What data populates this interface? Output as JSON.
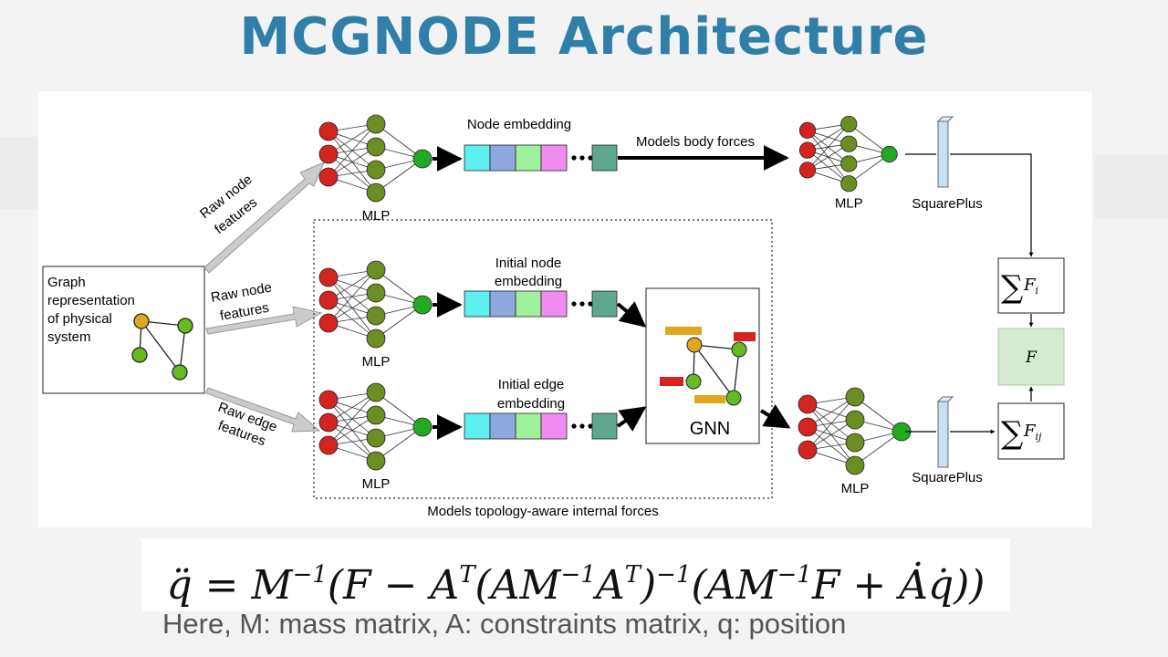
{
  "title": "MCGNODE Architecture",
  "diagram": {
    "graph_box_label": [
      "Graph",
      "representation",
      "of physical",
      "system"
    ],
    "arrow_labels": {
      "top": [
        "Raw node",
        "features"
      ],
      "middle": [
        "Raw node",
        "features"
      ],
      "bottom": [
        "Raw edge",
        "features"
      ]
    },
    "mlp_label": "MLP",
    "node_embedding": "Node embedding",
    "initial_node_embedding": [
      "Initial node",
      "embedding"
    ],
    "initial_edge_embedding": [
      "Initial edge",
      "embedding"
    ],
    "models_body_forces": "Models body forces",
    "gnn_label": "GNN",
    "squareplus_label": "SquarePlus",
    "sum_fi_base": "F",
    "sum_fi_sub": "i",
    "sum_fij_sub": "ij",
    "f_label": "F",
    "internal_forces_caption": "Models topology-aware internal forces",
    "colors": {
      "input_neuron": "#d42420",
      "hidden_neuron": "#6b8e23",
      "output_neuron": "#22aa22",
      "emb_cyan": "#5ef0f0",
      "emb_blue": "#8fa8e0",
      "emb_green": "#9ef09a",
      "emb_pink": "#f08cf0",
      "emb_teal": "#5fa890",
      "gnn_orange": "#e0a81c",
      "gnn_red": "#d42420",
      "gnn_green": "#66bb22",
      "f_box": "#d5ead0",
      "squareplus": "#c8e0f0"
    }
  },
  "equation": {
    "p1": "q̈ = M",
    "s1": "−1",
    "p2": "(F − A",
    "s2": "T",
    "p3": "(AM",
    "s3": "−1",
    "p4": "A",
    "s4": "T",
    "p5": ")",
    "s5": "−1",
    "p6": "(AM",
    "s6": "−1",
    "p7": "F + Ȧq̇))"
  },
  "caption": "Here,  M: mass matrix, A: constraints matrix, q: position"
}
